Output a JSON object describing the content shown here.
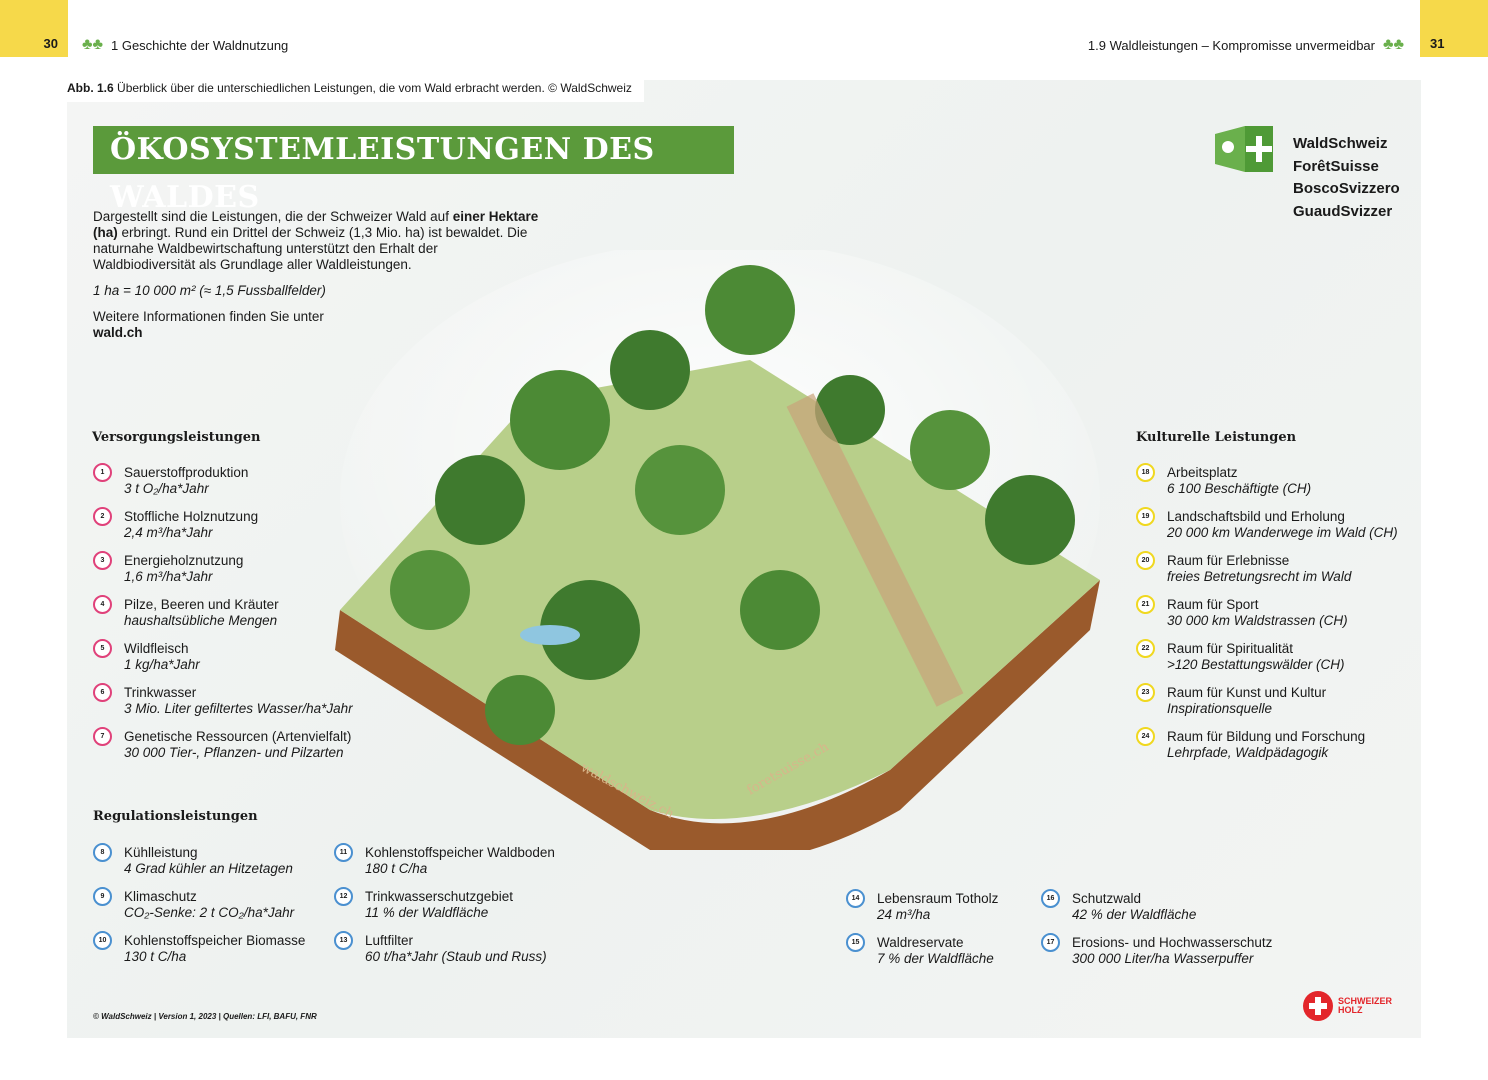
{
  "header": {
    "page_left": "30",
    "page_right": "31",
    "chapter_left": "1 Geschichte der Waldnutzung",
    "chapter_right": "1.9 Waldleistungen – Kompromisse unvermeidbar"
  },
  "caption": {
    "label": "Abb. 1.6",
    "text": " Überblick über die unterschiedlichen Leistungen, die vom Wald erbracht werden. © WaldSchweiz"
  },
  "title": "ÖKOSYSTEMLEISTUNGEN DES WALDES",
  "intro": {
    "p1a": "Dargestellt sind die Leistungen, die der Schweizer Wald auf ",
    "p1b": "einer Hektare (ha)",
    "p1c": " erbringt. Rund ein Drittel der Schweiz (1,3 Mio. ha) ist bewaldet. Die naturnahe Waldbewirtschaftung unterstützt den Erhalt der Waldbiodiversität als Grundlage aller Waldleistungen.",
    "p2": "1 ha = 10 000 m² (≈ 1,5 Fussballfelder)",
    "p3": "Weitere Informationen finden Sie unter",
    "p3link": "wald.ch"
  },
  "brands": [
    "WaldSchweiz",
    "ForêtSuisse",
    "BoscoSvizzero",
    "GuaudSvizzer"
  ],
  "colors": {
    "accent_green": "#5b9a3b",
    "provisioning": "#e0417a",
    "regulating": "#4a90d0",
    "cultural": "#f0d820",
    "tab_yellow": "#f6d94a",
    "holz_red": "#e3262b"
  },
  "versorgung": {
    "title": "Versorgungsleistungen",
    "items": [
      {
        "n": "1",
        "label": "Sauerstoffproduktion",
        "value": "3 t O₂/ha*Jahr"
      },
      {
        "n": "2",
        "label": "Stoffliche Holznutzung",
        "value": "2,4 m³/ha*Jahr"
      },
      {
        "n": "3",
        "label": "Energieholznutzung",
        "value": "1,6 m³/ha*Jahr"
      },
      {
        "n": "4",
        "label": "Pilze, Beeren und Kräuter",
        "value": "haushaltsübliche Mengen"
      },
      {
        "n": "5",
        "label": "Wildfleisch",
        "value": "1 kg/ha*Jahr"
      },
      {
        "n": "6",
        "label": "Trinkwasser",
        "value": "3 Mio. Liter gefiltertes Wasser/ha*Jahr"
      },
      {
        "n": "7",
        "label": "Genetische Ressourcen (Artenvielfalt)",
        "value": "30 000 Tier-, Pflanzen- und Pilzarten"
      }
    ]
  },
  "kultur": {
    "title": "Kulturelle Leistungen",
    "items": [
      {
        "n": "18",
        "label": "Arbeitsplatz",
        "value": "6 100 Beschäftigte (CH)"
      },
      {
        "n": "19",
        "label": "Landschaftsbild und Erholung",
        "value": "20 000 km Wanderwege im Wald (CH)"
      },
      {
        "n": "20",
        "label": "Raum für Erlebnisse",
        "value": "freies Betretungsrecht im Wald"
      },
      {
        "n": "21",
        "label": "Raum für Sport",
        "value": "30 000 km Waldstrassen (CH)"
      },
      {
        "n": "22",
        "label": "Raum für Spiritualität",
        "value": ">120 Bestattungswälder (CH)"
      },
      {
        "n": "23",
        "label": "Raum für Kunst und Kultur",
        "value": "Inspirationsquelle"
      },
      {
        "n": "24",
        "label": "Raum für Bildung und Forschung",
        "value": "Lehrpfade, Waldpädagogik"
      }
    ]
  },
  "regulation": {
    "title": "Regulationsleistungen",
    "col1": [
      {
        "n": "8",
        "label": "Kühlleistung",
        "value": "4 Grad kühler an Hitzetagen"
      },
      {
        "n": "9",
        "label": "Klimaschutz",
        "value": "CO₂-Senke: 2 t CO₂/ha*Jahr"
      },
      {
        "n": "10",
        "label": "Kohlenstoffspeicher Biomasse",
        "value": "130 t C/ha"
      }
    ],
    "col2": [
      {
        "n": "11",
        "label": "Kohlenstoffspeicher Waldboden",
        "value": "180 t C/ha"
      },
      {
        "n": "12",
        "label": "Trinkwasserschutzgebiet",
        "value": "11 % der Waldfläche"
      },
      {
        "n": "13",
        "label": "Luftfilter",
        "value": "60 t/ha*Jahr (Staub und Russ)"
      }
    ],
    "col3": [
      {
        "n": "14",
        "label": "Lebensraum Totholz",
        "value": "24 m³/ha"
      },
      {
        "n": "15",
        "label": "Waldreservate",
        "value": "7 % der Waldfläche"
      }
    ],
    "col4": [
      {
        "n": "16",
        "label": "Schutzwald",
        "value": "42 % der Waldfläche"
      },
      {
        "n": "17",
        "label": "Erosions- und Hochwasserschutz",
        "value": "300 000 Liter/ha Wasserpuffer"
      }
    ]
  },
  "illustration": {
    "watermark1": "waldschweiz.ch",
    "watermark2": "foretsuisse.ch"
  },
  "footer": "© WaldSchweiz | Version 1, 2023 | Quellen: LFI, BAFU, FNR",
  "holz_logo": [
    "SCHWEIZER",
    "HOLZ"
  ]
}
